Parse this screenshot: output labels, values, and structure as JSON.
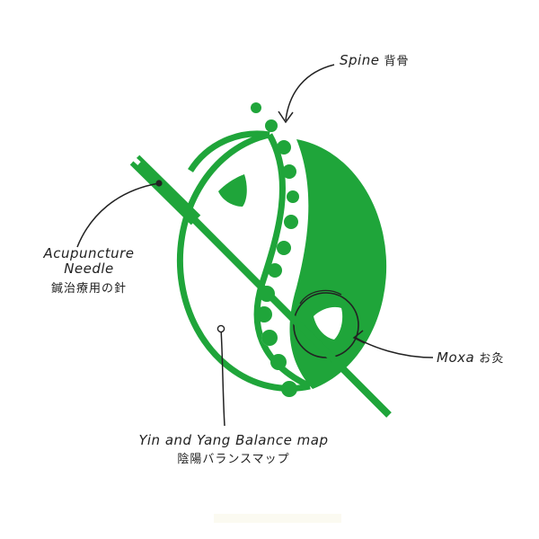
{
  "colors": {
    "accent": "#1fa53a",
    "ink": "#222222",
    "background": "#ffffff"
  },
  "labels": {
    "spine_en": "Spine",
    "spine_jp": "背骨",
    "needle_en_line1": "Acupuncture",
    "needle_en_line2": "Needle",
    "needle_jp": "鍼治療用の針",
    "moxa_en": "Moxa",
    "moxa_jp": "お灸",
    "balance_en": "Yin and Yang Balance map",
    "balance_jp": "陰陽バランスマップ"
  },
  "icons": [
    "yin-yang-icon",
    "spine-icon",
    "acupuncture-needle-icon",
    "moxa-icon"
  ]
}
